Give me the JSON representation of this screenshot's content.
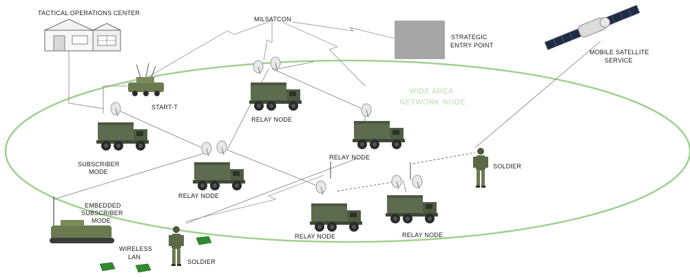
{
  "labels": {
    "toc": "TACTICAL OPERATIONS CENTER",
    "milsatcon": "MILSATCON",
    "strategic": [
      "STRATEGIC",
      "ENTRY POINT"
    ],
    "mobile_sat": [
      "MOBILE SATELLITE",
      "SERVICE"
    ],
    "wan": [
      "WIDE AREA",
      "NETWORK NODE"
    ],
    "start_t": "START-T",
    "subscriber": [
      "SUBSCRIBER",
      "MODE"
    ],
    "relay": "RELAY NODE",
    "soldier": "SOLDIER",
    "embedded": [
      "EMBEDDED",
      "SUBSCRIBER",
      "MODE"
    ],
    "wireless": [
      "WIRELESS",
      "LAN"
    ]
  },
  "colors": {
    "ellipse": "#9fd08f",
    "truck": "#5d6b4e",
    "truck_dark": "#3f4a36",
    "gray_box": "#a6a6a6",
    "link": "#9a9a9a",
    "dashed": "#555555",
    "terminal": "#2f8a2f"
  }
}
